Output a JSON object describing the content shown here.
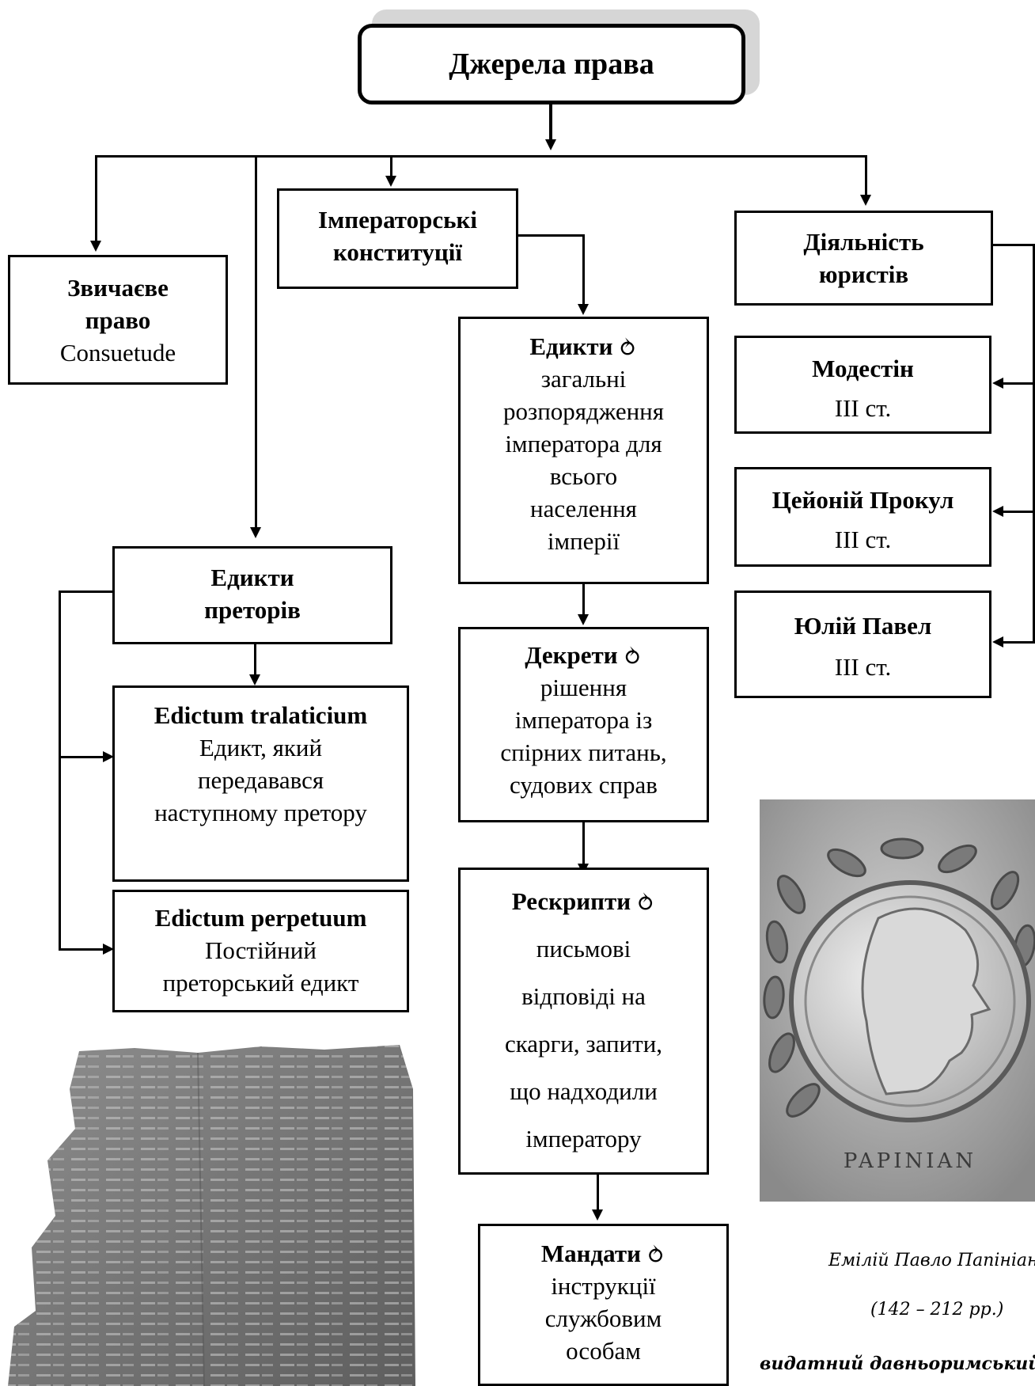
{
  "title": "Джерела права",
  "customary": {
    "title_line1": "Звичаєве",
    "title_line2": "право",
    "latin": "Consuetude"
  },
  "imperial": {
    "line1": "Імператорські",
    "line2": "конституції"
  },
  "jurists": {
    "line1": "Діяльність",
    "line2": "юристів"
  },
  "praetor_edicts": {
    "line1": "Едикти",
    "line2": "преторів"
  },
  "tralaticium": {
    "title": "Edictum tralaticium",
    "desc1": "Едикт, який",
    "desc2": "передавався",
    "desc3": "наступному претору"
  },
  "perpetuum": {
    "title": "Edictum perpetuum",
    "desc1": "Постійний",
    "desc2": "преторський едикт"
  },
  "edicts": {
    "title": "Едикти",
    "lines": [
      "загальні",
      "розпорядження",
      "імператора для",
      "всього",
      "населення",
      "імперії"
    ]
  },
  "decrees": {
    "title": "Декрети",
    "lines": [
      "рішення",
      "імператора із",
      "спірних питань,",
      "судових справ"
    ]
  },
  "rescripts": {
    "title": "Рескрипти",
    "lines": [
      "письмові",
      "відповіді на",
      "скарги, запити,",
      "що надходили",
      "імператору"
    ]
  },
  "mandates": {
    "title": "Мандати",
    "lines": [
      "інструкції",
      "службовим",
      "особам"
    ]
  },
  "modestin": {
    "name": "Модестін",
    "century": "ІІІ ст."
  },
  "proculus": {
    "name": "Цейоній Прокул",
    "century": "ІІІ ст."
  },
  "paul": {
    "name": "Юлій Павел",
    "century": "ІІІ ст."
  },
  "portrait": {
    "inscription": "PAPINIAN"
  },
  "caption": {
    "name": "Емілій Павло Папініан",
    "years": "(142 – 212 рр.)",
    "desc": "видатний давньоримський п"
  },
  "curl_icon": "⥁"
}
